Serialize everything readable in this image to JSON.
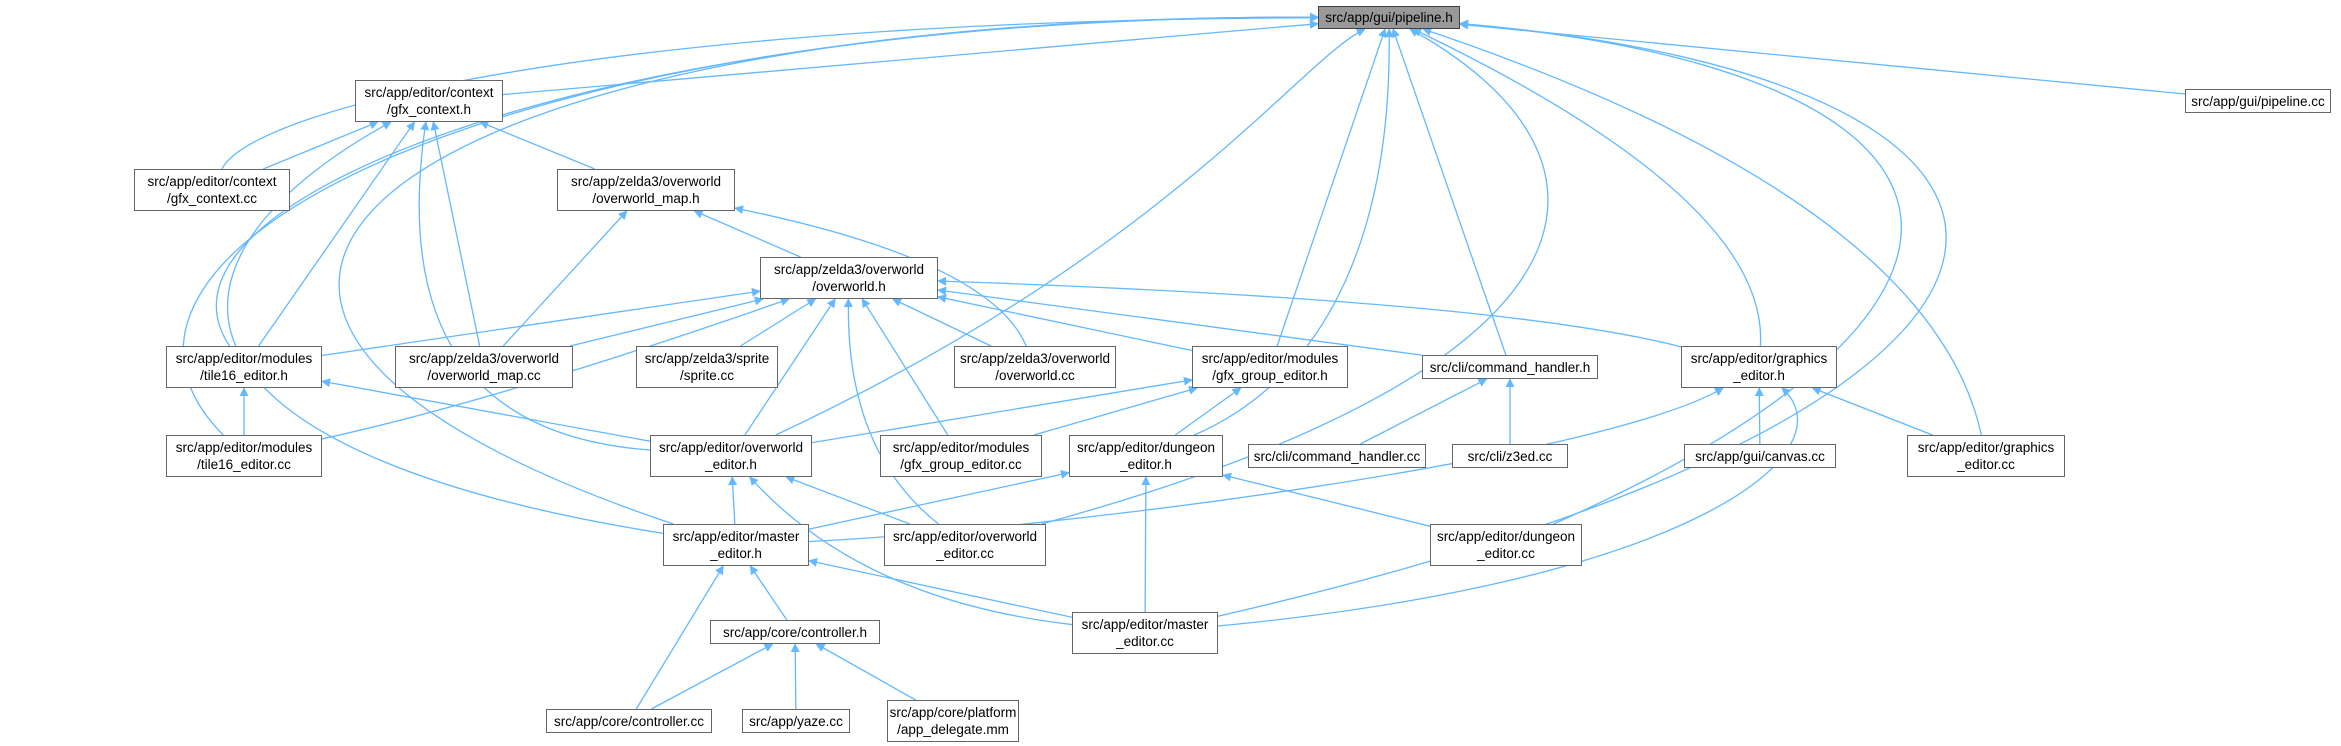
{
  "graph": {
    "edge_color": "#63b8ff",
    "root_fill": "#999999",
    "nodes": {
      "pipeline_h": [
        "src/app/gui/pipeline.h"
      ],
      "pipeline_cc": [
        "src/app/gui/pipeline.cc"
      ],
      "gfx_context_h": [
        "src/app/editor/context",
        "/gfx_context.h"
      ],
      "gfx_context_cc": [
        "src/app/editor/context",
        "/gfx_context.cc"
      ],
      "overworld_map_h": [
        "src/app/zelda3/overworld",
        "/overworld_map.h"
      ],
      "overworld_h": [
        "src/app/zelda3/overworld",
        "/overworld.h"
      ],
      "tile16_editor_h": [
        "src/app/editor/modules",
        "/tile16_editor.h"
      ],
      "overworld_map_cc": [
        "src/app/zelda3/overworld",
        "/overworld_map.cc"
      ],
      "sprite_cc": [
        "src/app/zelda3/sprite",
        "/sprite.cc"
      ],
      "overworld_cc": [
        "src/app/zelda3/overworld",
        "/overworld.cc"
      ],
      "gfx_group_editor_h": [
        "src/app/editor/modules",
        "/gfx_group_editor.h"
      ],
      "command_handler_h": [
        "src/cli/command_handler.h"
      ],
      "graphics_editor_h": [
        "src/app/editor/graphics",
        "_editor.h"
      ],
      "tile16_editor_cc": [
        "src/app/editor/modules",
        "/tile16_editor.cc"
      ],
      "overworld_editor_h": [
        "src/app/editor/overworld",
        "_editor.h"
      ],
      "gfx_group_editor_cc": [
        "src/app/editor/modules",
        "/gfx_group_editor.cc"
      ],
      "dungeon_editor_h": [
        "src/app/editor/dungeon",
        "_editor.h"
      ],
      "command_handler_cc": [
        "src/cli/command_handler.cc"
      ],
      "z3ed_cc": [
        "src/cli/z3ed.cc"
      ],
      "canvas_cc": [
        "src/app/gui/canvas.cc"
      ],
      "graphics_editor_cc": [
        "src/app/editor/graphics",
        "_editor.cc"
      ],
      "master_editor_h": [
        "src/app/editor/master",
        "_editor.h"
      ],
      "overworld_editor_cc": [
        "src/app/editor/overworld",
        "_editor.cc"
      ],
      "dungeon_editor_cc": [
        "src/app/editor/dungeon",
        "_editor.cc"
      ],
      "controller_h": [
        "src/app/core/controller.h"
      ],
      "master_editor_cc": [
        "src/app/editor/master",
        "_editor.cc"
      ],
      "controller_cc": [
        "src/app/core/controller.cc"
      ],
      "yaze_cc": [
        "src/app/yaze.cc"
      ],
      "app_delegate_mm": [
        "src/app/core/platform",
        "/app_delegate.mm"
      ]
    }
  }
}
